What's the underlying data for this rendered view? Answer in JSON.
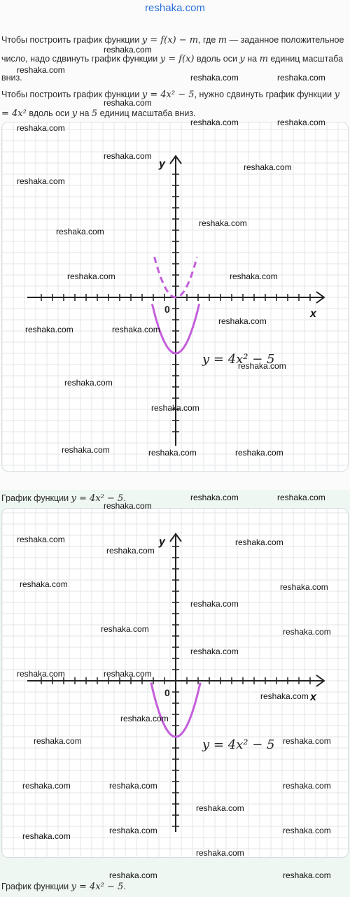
{
  "header": {
    "site": "reshaka.com"
  },
  "intro": {
    "p1_a": "Чтобы построить график функции ",
    "p1_formula": "y = f(x) − m",
    "p1_b": ", где ",
    "p1_m": "m",
    "p1_c": " — заданное положительное число, надо сдвинуть график функции ",
    "p1_formula2": "y = f(x)",
    "p1_d": " вдоль оси ",
    "p1_y": "y",
    "p1_e": " на ",
    "p1_m2": "m",
    "p1_f": " единиц масштаба вниз.",
    "p2_a": "Чтобы построить график функции ",
    "p2_formula": "y = 4x² − 5",
    "p2_b": ", нужно сдвинуть график функции ",
    "p2_formula2": "y = 4x²",
    "p2_c": " вдоль оси ",
    "p2_y": "y",
    "p2_d": " на ",
    "p2_n": "5",
    "p2_e": " единиц масштаба вниз."
  },
  "graph1": {
    "axis_x": "x",
    "axis_y": "y",
    "origin": "0",
    "equation": "y = 4x² − 5",
    "curve_color": "#c45fdc",
    "caption_a": "График функции ",
    "caption_formula": "y = 4x² − 5",
    "caption_b": "."
  },
  "graph2": {
    "axis_x": "x",
    "axis_y": "y",
    "origin": "0",
    "equation": "y = 4x² − 5",
    "curve_color": "#c45fdc",
    "caption_a": "График функции ",
    "caption_formula": "y = 4x² − 5",
    "caption_b": "."
  },
  "watermark": "reshaka.com"
}
